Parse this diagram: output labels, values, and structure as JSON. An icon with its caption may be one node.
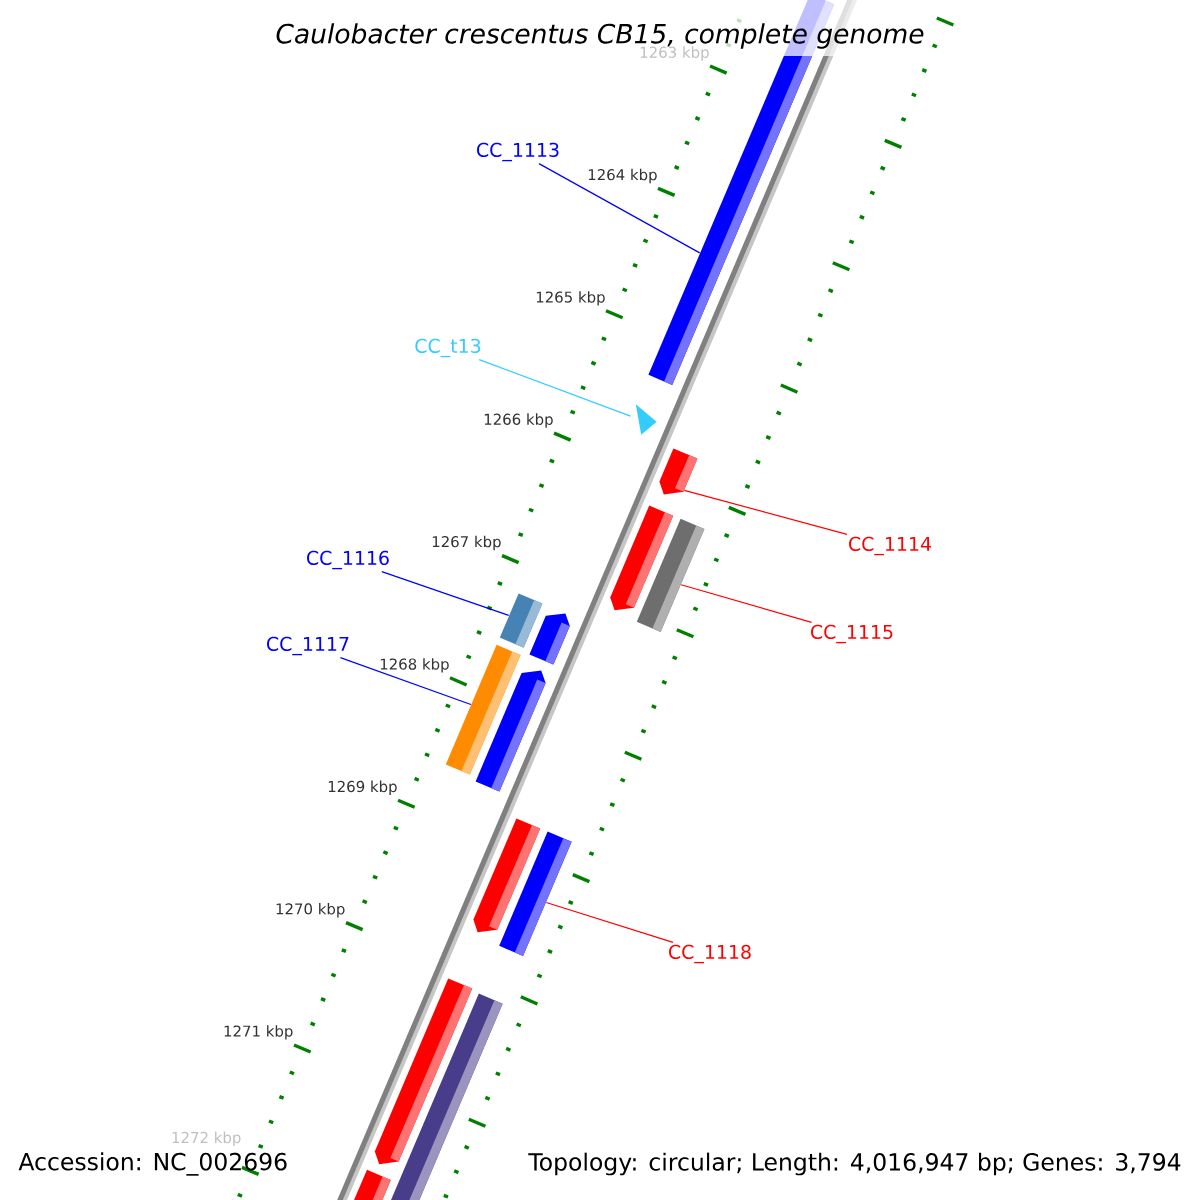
{
  "diagram": {
    "title": "Caulobacter crescentus CB15, complete genome",
    "nodes": [
      {
        "text": [
          "CC_1113"
        ]
      },
      {
        "text": [
          "CC_t13"
        ]
      },
      {
        "text": [
          "CC_1114"
        ]
      },
      {
        "text": [
          "CC_1115"
        ]
      },
      {
        "text": [
          "CC_1116"
        ]
      },
      {
        "text": [
          "CC_1117"
        ]
      },
      {
        "text": [
          "CC_1118"
        ]
      },
      {
        "text": [],
        "shape": "bar"
      },
      {
        "text": [],
        "shape": "triangle"
      },
      {
        "text": [],
        "shape": "arrow"
      },
      {
        "text": [],
        "shape": "arrow"
      },
      {
        "text": [],
        "shape": "bar"
      },
      {
        "text": [],
        "shape": "bar"
      },
      {
        "text": [],
        "shape": "arrow"
      },
      {
        "text": [],
        "shape": "bar"
      },
      {
        "text": [],
        "shape": "arrow"
      },
      {
        "text": [],
        "shape": "arrow"
      },
      {
        "text": [],
        "shape": "bar"
      },
      {
        "text": [],
        "shape": "arrow"
      },
      {
        "text": [],
        "shape": "bar"
      },
      {
        "text": [],
        "shape": "bar"
      }
    ],
    "edges": [
      {
        "from": 0,
        "to": 7,
        "arrow": "none",
        "color": "#0000ff"
      },
      {
        "from": 1,
        "to": 8,
        "arrow": "none",
        "color": "#33ccff"
      },
      {
        "from": 2,
        "to": 9,
        "arrow": "none",
        "color": "#ff0000"
      },
      {
        "from": 3,
        "to": 11,
        "arrow": "none",
        "color": "#ff0000"
      },
      {
        "from": 4,
        "to": 12,
        "arrow": "none",
        "color": "#0000ff"
      },
      {
        "from": 5,
        "to": 14,
        "arrow": "none",
        "color": "#0000ff"
      },
      {
        "from": 6,
        "to": 17,
        "arrow": "none",
        "color": "#ff0000"
      }
    ],
    "labels": [
      "1263 kbp",
      "1264 kbp",
      "1265 kbp",
      "1266 kbp",
      "1267 kbp",
      "1268 kbp",
      "1269 kbp",
      "1270 kbp",
      "1271 kbp",
      "1272 kbp",
      "Accession: NC_002696",
      "Topology: circular; Length: 4,016,947 bp; Genes: 3,794"
    ]
  }
}
